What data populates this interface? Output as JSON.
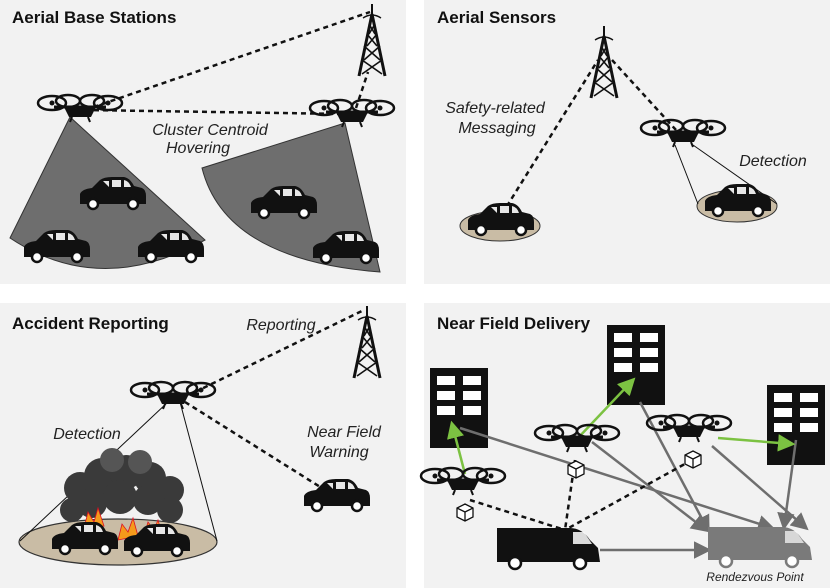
{
  "panels": {
    "aerial_base_stations": {
      "title": "Aerial Base Stations",
      "label_line1": "Cluster Centroid",
      "label_line2": "Hovering"
    },
    "aerial_sensors": {
      "title": "Aerial Sensors",
      "label_safety_line1": "Safety-related",
      "label_safety_line2": "Messaging",
      "label_detection": "Detection"
    },
    "accident_reporting": {
      "title": "Accident Reporting",
      "label_reporting": "Reporting",
      "label_detection": "Detection",
      "label_warning_line1": "Near Field",
      "label_warning_line2": "Warning"
    },
    "near_field_delivery": {
      "title": "Near Field Delivery",
      "label_rendezvous": "Rendezvous Point"
    }
  },
  "colors": {
    "panel_bg": "#f2f2f2",
    "coverage": "#6e6e6e",
    "footprint": "#c9bca5",
    "accent_green": "#7cc242",
    "route_grey": "#6e6e6e",
    "fire": "#f59a1b"
  }
}
